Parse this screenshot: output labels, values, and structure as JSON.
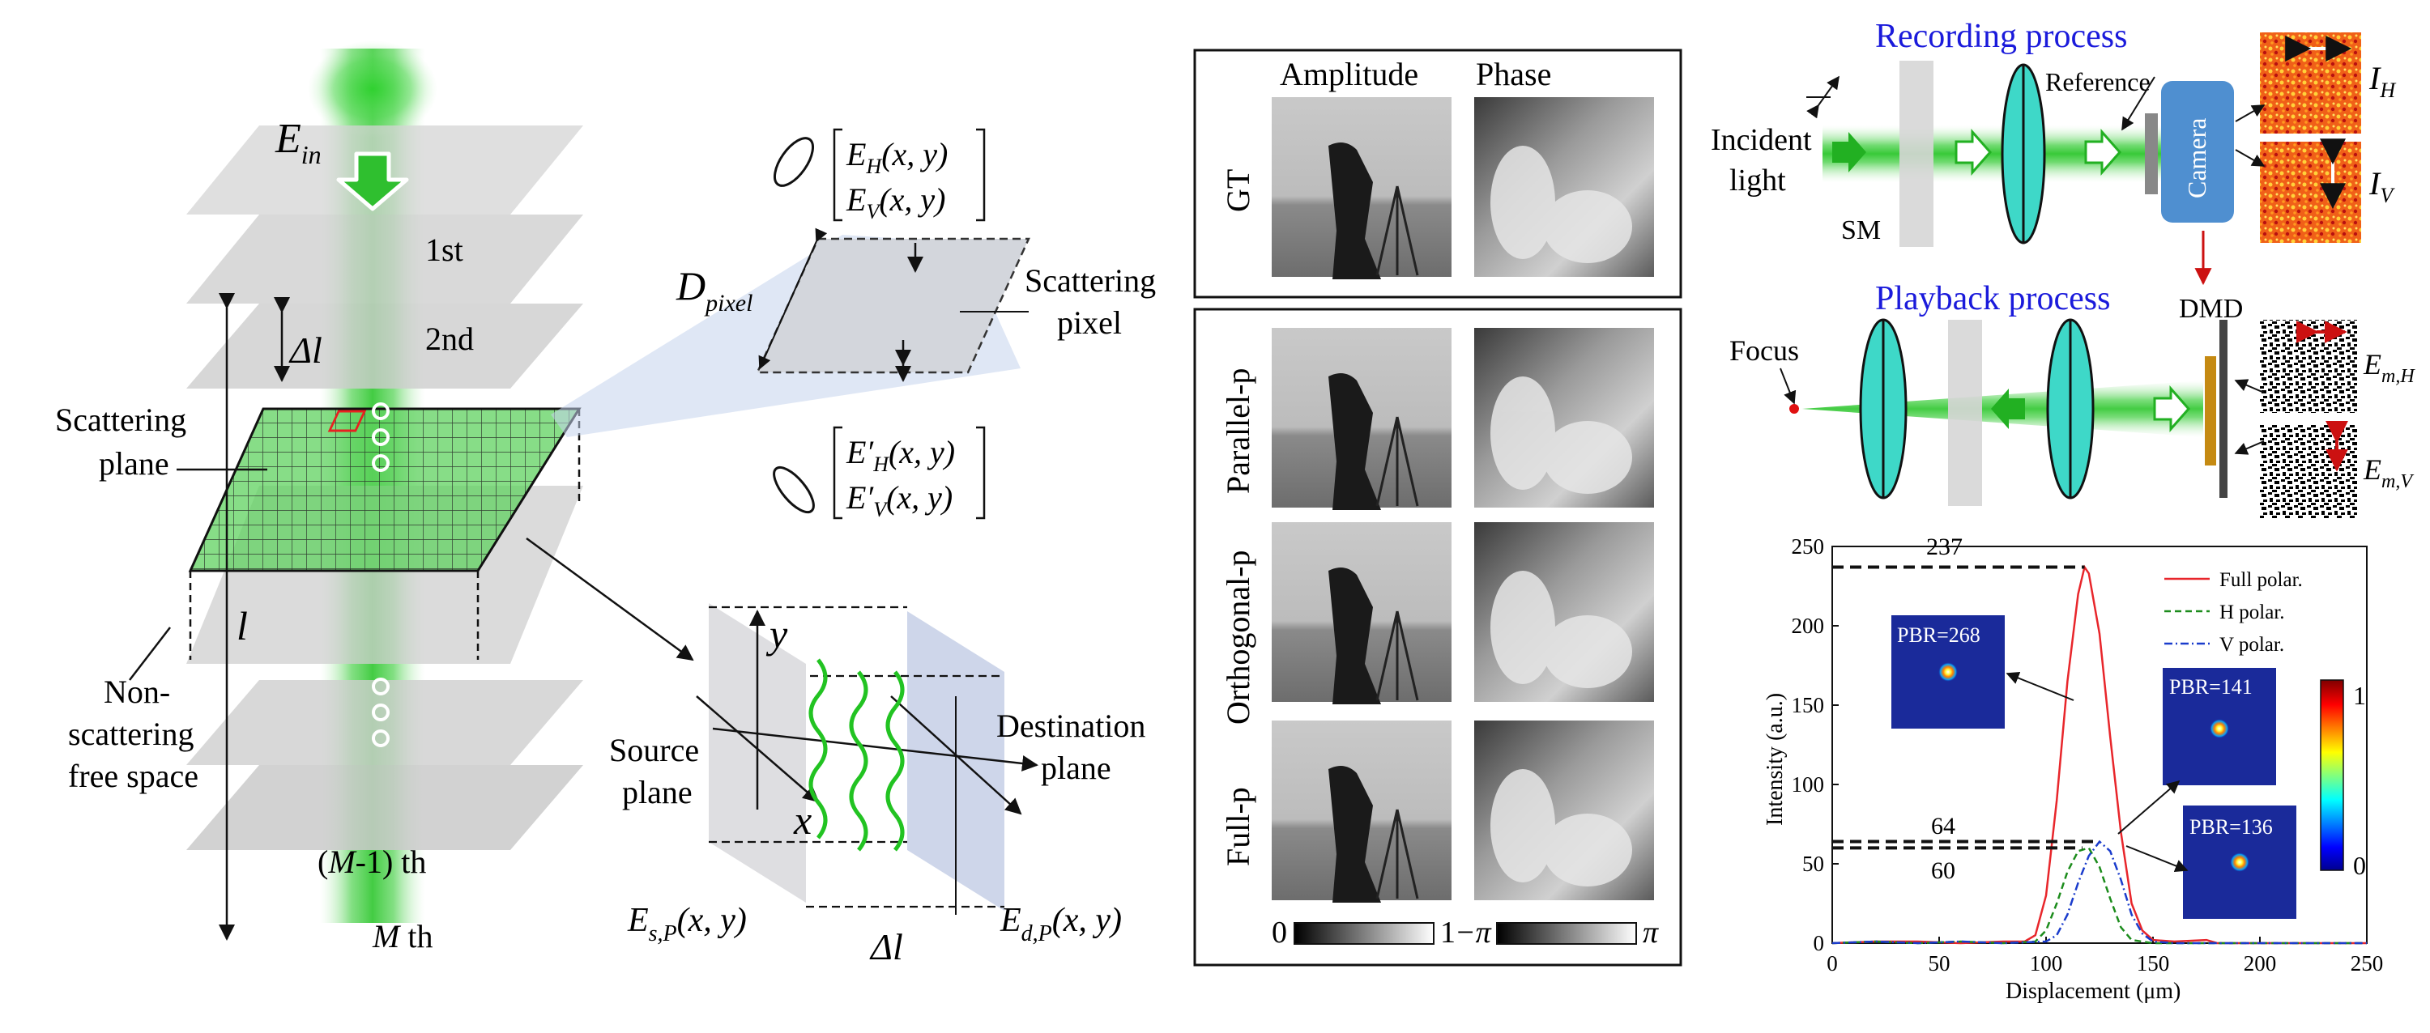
{
  "left_panel": {
    "ein_label": "E",
    "ein_sub": "in",
    "layer_1": "1st",
    "layer_2": "2nd",
    "layer_m1_prefix": "(",
    "layer_m1_var": "M",
    "layer_m1_suffix": "-1) th",
    "layer_m_var": "M",
    "layer_m_suffix": " th",
    "delta_l": "Δl",
    "l_label": "l",
    "scattering_plane": [
      "Scattering",
      "plane"
    ],
    "non_scattering": [
      "Non-",
      "scattering",
      "free space"
    ]
  },
  "pixel_panel": {
    "d_pixel": "D",
    "d_pixel_sub": "pixel",
    "scattering_pixel": [
      "Scattering",
      "pixel"
    ],
    "in_field": [
      "E",
      "H",
      "(x, y)",
      "E",
      "V",
      "(x, y)"
    ],
    "out_field": [
      "E′",
      "H",
      "(x, y)",
      "E′",
      "V",
      "(x, y)"
    ]
  },
  "propagation_panel": {
    "y_axis": "y",
    "x_axis": "x",
    "source_plane": [
      "Source",
      "plane"
    ],
    "destination_plane": [
      "Destination",
      "plane"
    ],
    "es": "E",
    "es_sub": "s,P",
    "es_arg": "(x, y)",
    "ed": "E",
    "ed_sub": "d,P",
    "ed_arg": "(x, y)",
    "delta_l": "Δl"
  },
  "image_grid": {
    "col_headers": [
      "Amplitude",
      "Phase"
    ],
    "row_gt": "GT",
    "rows": [
      "Parallel-p",
      "Orthogonal-p",
      "Full-p"
    ],
    "amp_scale": [
      "0",
      "1"
    ],
    "phase_scale": [
      "−π",
      "π"
    ]
  },
  "optics": {
    "recording_title": "Recording process",
    "playback_title": "Playback process",
    "incident_light": [
      "Incident",
      "light"
    ],
    "sm": "SM",
    "reference": "Reference",
    "camera": "Camera",
    "ih": "I",
    "ih_sub": "H",
    "iv": "I",
    "iv_sub": "V",
    "dmd": "DMD",
    "focus": "Focus",
    "emh": "E",
    "emh_sub": "m,H",
    "emv": "E",
    "emv_sub": "m,V",
    "title_color": "#1a1adb"
  },
  "plot": {
    "colorbar_max": "1",
    "colorbar_min": "0",
    "insets": [
      "PBR=268",
      "PBR=141",
      "PBR=136"
    ],
    "peak_labels": [
      "237",
      "64",
      "60"
    ]
  },
  "chart_data": {
    "type": "line",
    "xlabel": "Displacement (μm)",
    "ylabel": "Intensity (a.u.)",
    "xlim": [
      0,
      250
    ],
    "ylim": [
      0,
      250
    ],
    "xticks": [
      0,
      50,
      100,
      150,
      200,
      250
    ],
    "yticks": [
      0,
      50,
      100,
      150,
      200,
      250
    ],
    "legend_position": "top-right",
    "series": [
      {
        "name": "Full polar.",
        "color": "#e8262b",
        "dash": "solid",
        "x": [
          0,
          20,
          40,
          60,
          80,
          90,
          95,
          100,
          105,
          110,
          115,
          118,
          120,
          125,
          130,
          135,
          140,
          145,
          150,
          160,
          175,
          180,
          200,
          250
        ],
        "y": [
          0,
          1,
          1,
          0,
          1,
          1,
          5,
          30,
          90,
          165,
          220,
          237,
          233,
          195,
          130,
          70,
          25,
          8,
          2,
          1,
          2,
          0,
          0,
          0
        ]
      },
      {
        "name": "H polar.",
        "color": "#1c8c1c",
        "dash": "8,5",
        "x": [
          0,
          20,
          40,
          60,
          80,
          95,
          100,
          105,
          110,
          115,
          120,
          125,
          130,
          135,
          140,
          150,
          200,
          250
        ],
        "y": [
          0,
          1,
          0,
          1,
          0,
          1,
          8,
          25,
          45,
          58,
          60,
          48,
          28,
          10,
          2,
          0,
          0,
          0
        ]
      },
      {
        "name": "V polar.",
        "color": "#1a3ccc",
        "dash": "10,4,2,4",
        "x": [
          0,
          20,
          40,
          60,
          80,
          100,
          105,
          110,
          115,
          120,
          125,
          130,
          135,
          140,
          145,
          150,
          160,
          200,
          250
        ],
        "y": [
          0,
          1,
          0,
          1,
          0,
          1,
          5,
          18,
          38,
          55,
          64,
          58,
          40,
          18,
          6,
          1,
          0,
          0,
          0
        ]
      }
    ],
    "annotations": [
      {
        "text": "237",
        "y": 237
      },
      {
        "text": "64",
        "y": 64
      },
      {
        "text": "60",
        "y": 60
      }
    ]
  }
}
